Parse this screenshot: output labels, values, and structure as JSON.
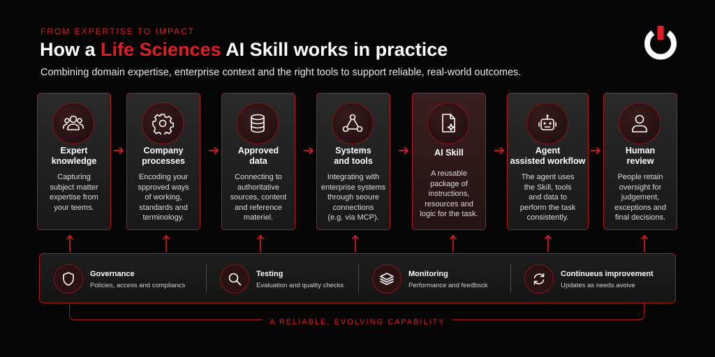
{
  "header": {
    "eyebrow": "FROM EXPERTISE TO IMPACT",
    "title_pre": "How a ",
    "title_highlight": "Life Sciences",
    "title_post": " AI Skill works in practice",
    "subtitle": "Combining domain expertise, enterprise context and the right tools to support reliable, real-world outcomes."
  },
  "colors": {
    "accent": "#e01e23",
    "background": "#050505",
    "card": "#1f1f1f"
  },
  "logo": {
    "icon": "power-logo-icon"
  },
  "steps": [
    {
      "icon": "users-icon",
      "title_1": "Expert",
      "title_2": "knowledge",
      "desc": [
        "Capturing",
        "subject matter",
        "expertise from",
        "your teems."
      ]
    },
    {
      "icon": "gear-icon",
      "title_1": "Company",
      "title_2": "processes",
      "desc": [
        "Encoding your",
        "spproved ways",
        "of working,",
        "standards and",
        "terminology."
      ]
    },
    {
      "icon": "database-icon",
      "title_1": "Approved",
      "title_2": "data",
      "desc": [
        "Connecting to",
        "authoritative",
        "sources, content",
        "and reference",
        "materiel."
      ]
    },
    {
      "icon": "network-icon",
      "title_1": "Systems",
      "title_2": "and tools",
      "desc": [
        "Integrating with",
        "enterprise systems",
        "through seoure",
        "connections",
        "(e.g. via MCP)."
      ]
    },
    {
      "icon": "file-sparkle-icon",
      "title_1": "AI Skill",
      "title_2": "",
      "desc": [
        "A reusable",
        "package of",
        "instructions,",
        "resources and",
        "logic for the task."
      ]
    },
    {
      "icon": "robot-icon",
      "title_1": "Agent",
      "title_2": "assisted workflow",
      "desc": [
        "The agent uses",
        "the Skill, tools",
        "and data to",
        "perform the task",
        "consistently."
      ]
    },
    {
      "icon": "person-icon",
      "title_1": "Human",
      "title_2": "review",
      "desc": [
        "People retain",
        "oversight for",
        "judgement,",
        "exceptions and",
        "final decisions."
      ]
    }
  ],
  "pillars": [
    {
      "icon": "shield-icon",
      "name": "Governance",
      "desc": "Policies, access and compliancs"
    },
    {
      "icon": "magnifier-icon",
      "name": "Testing",
      "desc": "Evaluation and quality checks"
    },
    {
      "icon": "layers-icon",
      "name": "Monitoring",
      "desc": "Performance and feedbsck"
    },
    {
      "icon": "refresh-icon",
      "name": "Continueus improvement",
      "desc": "Updates as needs avoive"
    }
  ],
  "tagline": "A RELIABLE, EVOLVING CAPABILITY"
}
